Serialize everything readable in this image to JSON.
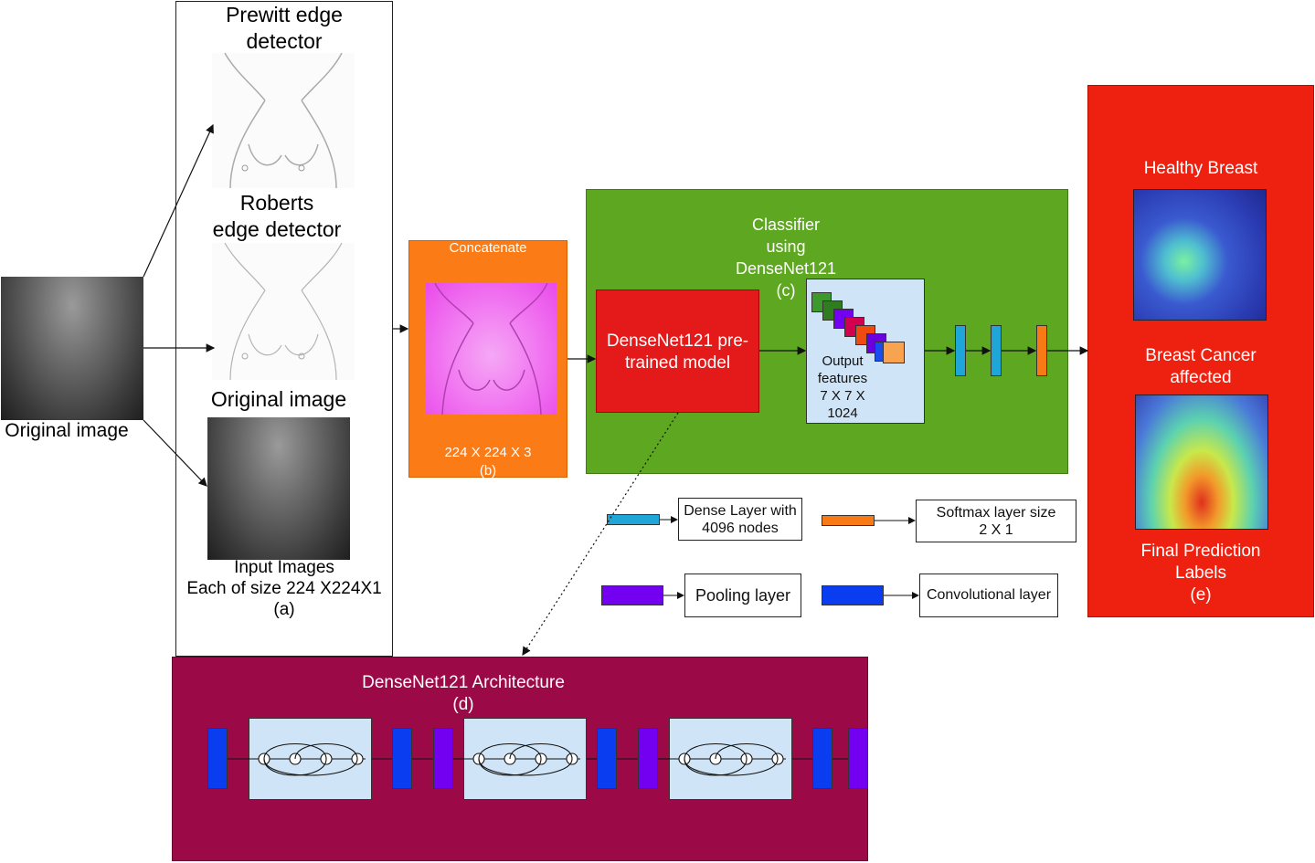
{
  "labels": {
    "prewitt": "Prewitt edge\ndetector",
    "roberts": "Roberts\nedge detector",
    "original_top": "Original image",
    "original_left": "Original image",
    "input_images": "Input Images\nEach of size 224 X224X1\n(a)",
    "concatenate": "Concatenate",
    "concat_size": "224 X 224 X 3\n(b)",
    "classifier": "Classifier\nusing\nDenseNet121\n(c)",
    "pretrained": "DenseNet121 pre-\ntrained model",
    "output_features": "Output\nfeatures\n7 X 7 X\n1024",
    "healthy": "Healthy Breast",
    "cancer": "Breast Cancer\naffected",
    "final_labels": "Final Prediction\nLabels\n(e)",
    "arch": "DenseNet121 Architecture\n(d)"
  },
  "legend": {
    "dense": "Dense Layer with\n4096 nodes",
    "softmax": "Softmax layer size\n2 X 1",
    "pooling": "Pooling layer",
    "conv": "Convolutional layer"
  },
  "colors": {
    "orange_panel": "#fb7b16",
    "green_panel": "#5ea721",
    "red_panel": "#ee2110",
    "maroon_panel": "#9b0a47",
    "pretrained_red": "#e3191a",
    "light_blue": "#cfe4f6",
    "dense_cyan": "#1ea6d9",
    "softmax_orange": "#f77a14",
    "pool_purple": "#7300f0",
    "conv_blue": "#0a3cf0",
    "pink_image": "#f05cf0"
  }
}
